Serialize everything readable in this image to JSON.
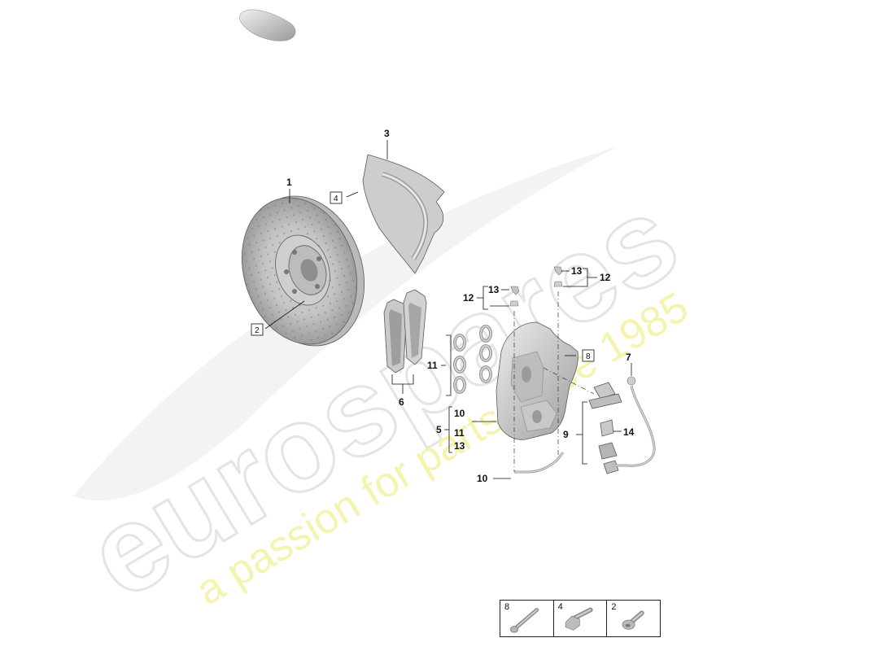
{
  "watermark": {
    "brand": "eurospares",
    "tagline": "a passion for parts since 1985",
    "brand_color": "#e8e8e8",
    "tagline_color": "#f4f3b0"
  },
  "callouts": {
    "disc": "1",
    "disc_screw": "2",
    "shield": "3",
    "shield_screw": "4",
    "caliper": "5",
    "pad_set": "6",
    "sensor": "7",
    "caliper_bolt": "8",
    "spring_set": "9",
    "bleeder_a": "10",
    "bleeder_b": "10",
    "seal_kit_a": "11",
    "seal_kit_b": "11",
    "cap_left": "12",
    "cap_right": "12",
    "cap_inner_left": "13",
    "cap_inner_right": "13",
    "caliper_13": "13",
    "spring_14": "14"
  },
  "legend": [
    {
      "num": "8",
      "icon": "long-bolt-icon"
    },
    {
      "num": "4",
      "icon": "hex-bolt-icon"
    },
    {
      "num": "2",
      "icon": "countersunk-screw-icon"
    }
  ],
  "colors": {
    "part_fill": "#d9d9d9",
    "part_dark": "#a8a8a8",
    "text": "#111111"
  }
}
